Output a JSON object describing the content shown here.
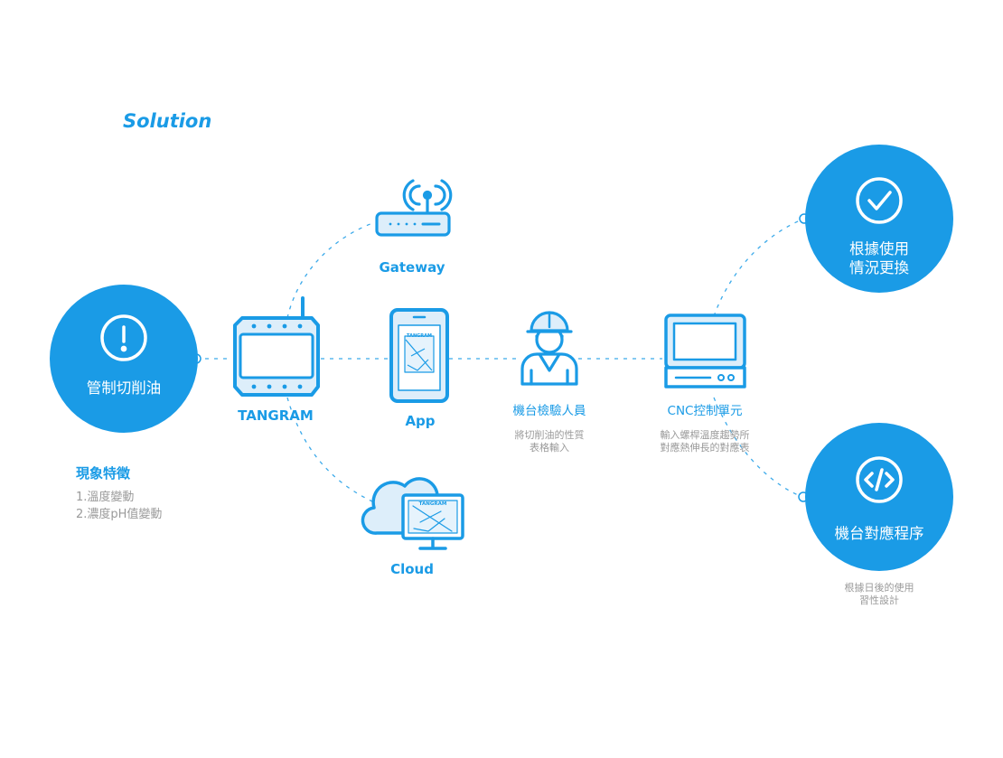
{
  "title": "Solution",
  "colors": {
    "accent": "#1a9be6",
    "icon_fill": "#ddeefa",
    "muted_text": "#9a9a9a"
  },
  "nodes": {
    "problem": {
      "icon": "exclamation-icon",
      "label": "管制切削油"
    },
    "tangram": {
      "icon": "device-icon",
      "label": "TANGRAM"
    },
    "gateway": {
      "icon": "router-icon",
      "label": "Gateway"
    },
    "app": {
      "icon": "phone-icon",
      "label": "App",
      "screen_text": "TANGRAM"
    },
    "cloud": {
      "icon": "cloud-monitor-icon",
      "label": "Cloud",
      "screen_text": "TANGRAM"
    },
    "inspector": {
      "icon": "worker-icon",
      "label": "機台檢驗人員",
      "desc": [
        "將切削油的性質",
        "表格輸入"
      ]
    },
    "cnc": {
      "icon": "cnc-monitor-icon",
      "label": "CNC控制單元",
      "desc": [
        "輸入螺桿溫度趨勢所",
        "對應熱伸長的對應表"
      ]
    },
    "replace": {
      "icon": "check-icon",
      "label_lines": [
        "根據使用",
        "情況更換"
      ]
    },
    "program": {
      "icon": "code-icon",
      "label": "機台對應程序",
      "desc": [
        "根據日後的使用",
        "習性設計"
      ]
    }
  },
  "phenomenon": {
    "heading": "現象特徵",
    "items": [
      "1.溫度變動",
      "2.濃度pH值變動"
    ]
  }
}
